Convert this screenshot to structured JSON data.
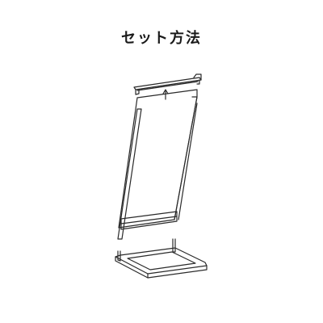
{
  "title": "セット方法",
  "parts": {
    "top_cap": "top-cap",
    "frame": "frame",
    "base": "base",
    "arrow": "up-arrow-icon"
  }
}
